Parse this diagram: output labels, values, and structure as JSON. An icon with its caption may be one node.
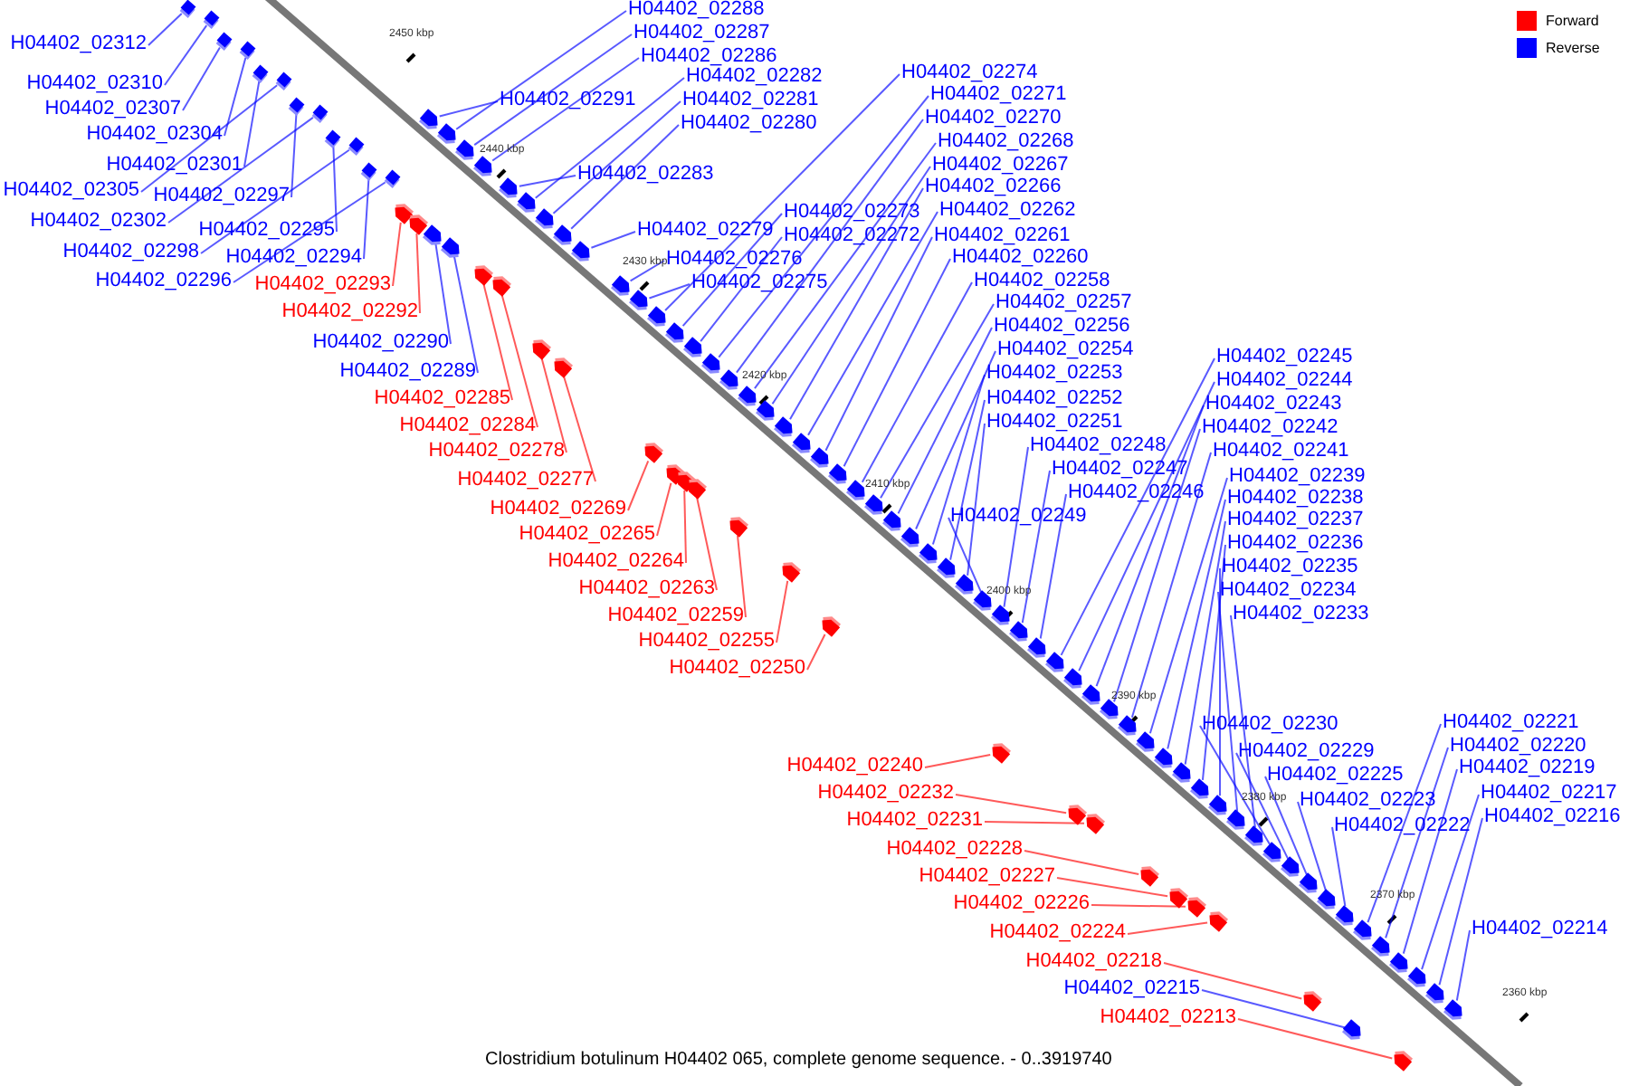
{
  "diagram": {
    "caption": "Clostridium botulinum H04402 065, complete genome sequence. - 0..3919740",
    "nodes": [
      {
        "text": [
          "H04402_02312"
        ]
      },
      {
        "text": [
          "H04402_02310"
        ]
      },
      {
        "text": [
          "H04402_02307"
        ]
      },
      {
        "text": [
          "H04402_02304"
        ]
      },
      {
        "text": [
          "H04402_02301"
        ]
      },
      {
        "text": [
          "H04402_02305"
        ]
      },
      {
        "text": [
          "H04402_02297"
        ]
      },
      {
        "text": [
          "H04402_02302"
        ]
      },
      {
        "text": [
          "H04402_02295"
        ]
      },
      {
        "text": [
          "H04402_02298"
        ]
      },
      {
        "text": [
          "H04402_02294"
        ]
      },
      {
        "text": [
          "H04402_02296"
        ]
      },
      {
        "text": [
          "H04402_02293"
        ]
      },
      {
        "text": [
          "H04402_02292"
        ]
      },
      {
        "text": [
          "H04402_02290"
        ]
      },
      {
        "text": [
          "H04402_02289"
        ]
      },
      {
        "text": [
          "H04402_02285"
        ]
      },
      {
        "text": [
          "H04402_02284"
        ]
      },
      {
        "text": [
          "H04402_02278"
        ]
      },
      {
        "text": [
          "H04402_02277"
        ]
      },
      {
        "text": [
          "H04402_02269"
        ]
      },
      {
        "text": [
          "H04402_02265"
        ]
      },
      {
        "text": [
          "H04402_02264"
        ]
      },
      {
        "text": [
          "H04402_02263"
        ]
      },
      {
        "text": [
          "H04402_02259"
        ]
      },
      {
        "text": [
          "H04402_02255"
        ]
      },
      {
        "text": [
          "H04402_02250"
        ]
      },
      {
        "text": [
          "H04402_02288"
        ]
      },
      {
        "text": [
          "H04402_02287"
        ]
      },
      {
        "text": [
          "H04402_02286"
        ]
      },
      {
        "text": [
          "H04402_02282"
        ]
      },
      {
        "text": [
          "H04402_02291"
        ]
      },
      {
        "text": [
          "H04402_02281"
        ]
      },
      {
        "text": [
          "H04402_02280"
        ]
      },
      {
        "text": [
          "H04402_02283"
        ]
      },
      {
        "text": [
          "H04402_02279"
        ]
      },
      {
        "text": [
          "H04402_02276"
        ]
      },
      {
        "text": [
          "H04402_02275"
        ]
      },
      {
        "text": [
          "H04402_02274"
        ]
      },
      {
        "text": [
          "H04402_02271"
        ]
      },
      {
        "text": [
          "H04402_02270"
        ]
      },
      {
        "text": [
          "H04402_02268"
        ]
      },
      {
        "text": [
          "H04402_02267"
        ]
      },
      {
        "text": [
          "H04402_02266"
        ]
      },
      {
        "text": [
          "H04402_02273"
        ]
      },
      {
        "text": [
          "H04402_02262"
        ]
      },
      {
        "text": [
          "H04402_02272"
        ]
      },
      {
        "text": [
          "H04402_02261"
        ]
      },
      {
        "text": [
          "H04402_02260"
        ]
      },
      {
        "text": [
          "H04402_02258"
        ]
      },
      {
        "text": [
          "H04402_02257"
        ]
      },
      {
        "text": [
          "H04402_02256"
        ]
      },
      {
        "text": [
          "H04402_02254"
        ]
      },
      {
        "text": [
          "H04402_02245"
        ]
      },
      {
        "text": [
          "H04402_02253"
        ]
      },
      {
        "text": [
          "H04402_02244"
        ]
      },
      {
        "text": [
          "H04402_02252"
        ]
      },
      {
        "text": [
          "H04402_02243"
        ]
      },
      {
        "text": [
          "H04402_02251"
        ]
      },
      {
        "text": [
          "H04402_02242"
        ]
      },
      {
        "text": [
          "H04402_02248"
        ]
      },
      {
        "text": [
          "H04402_02241"
        ]
      },
      {
        "text": [
          "H04402_02247"
        ]
      },
      {
        "text": [
          "H04402_02239"
        ]
      },
      {
        "text": [
          "H04402_02246"
        ]
      },
      {
        "text": [
          "H04402_02238"
        ]
      },
      {
        "text": [
          "H04402_02249"
        ]
      },
      {
        "text": [
          "H04402_02237"
        ]
      },
      {
        "text": [
          "H04402_02236"
        ]
      },
      {
        "text": [
          "H04402_02235"
        ]
      },
      {
        "text": [
          "H04402_02234"
        ]
      },
      {
        "text": [
          "H04402_02233"
        ]
      },
      {
        "text": [
          "H04402_02230"
        ]
      },
      {
        "text": [
          "H04402_02221"
        ]
      },
      {
        "text": [
          "H04402_02220"
        ]
      },
      {
        "text": [
          "H04402_02229"
        ]
      },
      {
        "text": [
          "H04402_02240"
        ]
      },
      {
        "text": [
          "H04402_02219"
        ]
      },
      {
        "text": [
          "H04402_02225"
        ]
      },
      {
        "text": [
          "H04402_02217"
        ]
      },
      {
        "text": [
          "H04402_02232"
        ]
      },
      {
        "text": [
          "H04402_02223"
        ]
      },
      {
        "text": [
          "H04402_02216"
        ]
      },
      {
        "text": [
          "H04402_02231"
        ]
      },
      {
        "text": [
          "H04402_02222"
        ]
      },
      {
        "text": [
          "H04402_02228"
        ]
      },
      {
        "text": [
          "H04402_02227"
        ]
      },
      {
        "text": [
          "H04402_02226"
        ]
      },
      {
        "text": [
          "H04402_02214"
        ]
      },
      {
        "text": [
          "H04402_02224"
        ]
      },
      {
        "text": [
          "H04402_02218"
        ]
      },
      {
        "text": [
          "H04402_02215"
        ]
      },
      {
        "text": [
          "H04402_02213"
        ]
      },
      {
        "text": [],
        "shape": "box"
      },
      {
        "text": [],
        "shape": "box"
      },
      {
        "text": [],
        "shape": "box"
      },
      {
        "text": [],
        "shape": "box"
      },
      {
        "text": [],
        "shape": "box"
      },
      {
        "text": [],
        "shape": "box"
      },
      {
        "text": [],
        "shape": "box"
      },
      {
        "text": [],
        "shape": "box"
      },
      {
        "text": [],
        "shape": "box"
      },
      {
        "text": [],
        "shape": "box"
      },
      {
        "text": [],
        "shape": "box"
      },
      {
        "text": [],
        "shape": "box"
      },
      {
        "text": [],
        "shape": "arrow"
      },
      {
        "text": [],
        "shape": "arrow"
      },
      {
        "text": [],
        "shape": "arrow"
      },
      {
        "text": [],
        "shape": "arrow"
      },
      {
        "text": [],
        "shape": "arrow"
      },
      {
        "text": [],
        "shape": "arrow"
      },
      {
        "text": [],
        "shape": "arrow"
      },
      {
        "text": [],
        "shape": "arrow"
      },
      {
        "text": [],
        "shape": "arrow"
      },
      {
        "text": [],
        "shape": "arrow"
      },
      {
        "text": [],
        "shape": "arrow"
      },
      {
        "text": [],
        "shape": "arrow"
      },
      {
        "text": [],
        "shape": "arrow"
      },
      {
        "text": [],
        "shape": "arrow"
      },
      {
        "text": [],
        "shape": "arrow"
      },
      {
        "text": [],
        "shape": "arrow"
      },
      {
        "text": [],
        "shape": "arrow"
      },
      {
        "text": [],
        "shape": "arrow"
      },
      {
        "text": [],
        "shape": "arrow"
      },
      {
        "text": [],
        "shape": "arrow"
      },
      {
        "text": [],
        "shape": "arrow"
      },
      {
        "text": [],
        "shape": "arrow"
      },
      {
        "text": [],
        "shape": "arrow"
      },
      {
        "text": [],
        "shape": "arrow"
      },
      {
        "text": [],
        "shape": "arrow"
      },
      {
        "text": [],
        "shape": "arrow"
      },
      {
        "text": [],
        "shape": "arrow"
      },
      {
        "text": [],
        "shape": "arrow"
      },
      {
        "text": [],
        "shape": "arrow"
      },
      {
        "text": [],
        "shape": "arrow"
      },
      {
        "text": [],
        "shape": "arrow"
      },
      {
        "text": [],
        "shape": "arrow"
      },
      {
        "text": [],
        "shape": "arrow"
      },
      {
        "text": [],
        "shape": "arrow"
      },
      {
        "text": [],
        "shape": "arrow"
      },
      {
        "text": [],
        "shape": "arrow"
      },
      {
        "text": [],
        "shape": "arrow"
      },
      {
        "text": [],
        "shape": "arrow"
      },
      {
        "text": [],
        "shape": "arrow"
      },
      {
        "text": [],
        "shape": "arrow"
      },
      {
        "text": [],
        "shape": "arrow"
      },
      {
        "text": [],
        "shape": "arrow"
      },
      {
        "text": [],
        "shape": "arrow"
      },
      {
        "text": [],
        "shape": "arrow"
      },
      {
        "text": [],
        "shape": "arrow"
      },
      {
        "text": [],
        "shape": "arrow"
      },
      {
        "text": [],
        "shape": "arrow"
      },
      {
        "text": [],
        "shape": "arrow"
      },
      {
        "text": [],
        "shape": "arrow"
      },
      {
        "text": [],
        "shape": "arrow"
      },
      {
        "text": [],
        "shape": "arrow"
      },
      {
        "text": [],
        "shape": "arrow"
      },
      {
        "text": [],
        "shape": "arrow"
      },
      {
        "text": [],
        "shape": "arrow"
      },
      {
        "text": [],
        "shape": "arrow"
      },
      {
        "text": [],
        "shape": "arrow"
      },
      {
        "text": [],
        "shape": "arrow"
      },
      {
        "text": [],
        "shape": "arrow"
      },
      {
        "text": [],
        "shape": "arrow"
      },
      {
        "text": [],
        "shape": "arrow"
      },
      {
        "text": [],
        "shape": "arrow"
      },
      {
        "text": [],
        "shape": "arrow"
      },
      {
        "text": [],
        "shape": "arrow"
      },
      {
        "text": [],
        "shape": "arrow"
      },
      {
        "text": [],
        "shape": "arrow"
      },
      {
        "text": [],
        "shape": "arrow"
      },
      {
        "text": [],
        "shape": "arrow"
      },
      {
        "text": [],
        "shape": "arrow"
      },
      {
        "text": [],
        "shape": "arrow"
      },
      {
        "text": [],
        "shape": "arrow"
      },
      {
        "text": [],
        "shape": "arrow"
      },
      {
        "text": [],
        "shape": "arrow"
      },
      {
        "text": [],
        "shape": "arrow"
      },
      {
        "text": [],
        "shape": "arrow"
      },
      {
        "text": [],
        "shape": "arrow"
      },
      {
        "text": [],
        "shape": "arrow"
      },
      {
        "text": [],
        "shape": "arrow"
      },
      {
        "text": [],
        "shape": "arrow"
      },
      {
        "text": [],
        "shape": "arrow"
      },
      {
        "text": [],
        "shape": "arrow"
      },
      {
        "text": [],
        "shape": "arrow"
      }
    ],
    "edges": [
      {
        "from": 0,
        "to": 93,
        "arrow": "none"
      },
      {
        "from": 1,
        "to": 94,
        "arrow": "none"
      },
      {
        "from": 2,
        "to": 95,
        "arrow": "none"
      },
      {
        "from": 3,
        "to": 96,
        "arrow": "none"
      },
      {
        "from": 4,
        "to": 97,
        "arrow": "none"
      },
      {
        "from": 5,
        "to": 98,
        "arrow": "none"
      },
      {
        "from": 6,
        "to": 99,
        "arrow": "none"
      },
      {
        "from": 7,
        "to": 100,
        "arrow": "none"
      },
      {
        "from": 8,
        "to": 101,
        "arrow": "none"
      },
      {
        "from": 9,
        "to": 102,
        "arrow": "none"
      },
      {
        "from": 10,
        "to": 103,
        "arrow": "none"
      },
      {
        "from": 11,
        "to": 104,
        "arrow": "none"
      },
      {
        "from": 12,
        "to": 105,
        "arrow": "none",
        "color": "#ff0000"
      },
      {
        "from": 13,
        "to": 106,
        "arrow": "none",
        "color": "#ff0000"
      },
      {
        "from": 14,
        "to": 107,
        "arrow": "none"
      },
      {
        "from": 15,
        "to": 108,
        "arrow": "none"
      },
      {
        "from": 16,
        "to": 109,
        "arrow": "none",
        "color": "#ff0000"
      },
      {
        "from": 17,
        "to": 110,
        "arrow": "none",
        "color": "#ff0000"
      },
      {
        "from": 18,
        "to": 111,
        "arrow": "none",
        "color": "#ff0000"
      },
      {
        "from": 19,
        "to": 112,
        "arrow": "none",
        "color": "#ff0000"
      },
      {
        "from": 20,
        "to": 113,
        "arrow": "none",
        "color": "#ff0000"
      },
      {
        "from": 21,
        "to": 114,
        "arrow": "none",
        "color": "#ff0000"
      },
      {
        "from": 22,
        "to": 115,
        "arrow": "none",
        "color": "#ff0000"
      },
      {
        "from": 23,
        "to": 116,
        "arrow": "none",
        "color": "#ff0000"
      },
      {
        "from": 24,
        "to": 117,
        "arrow": "none",
        "color": "#ff0000"
      },
      {
        "from": 25,
        "to": 118,
        "arrow": "none",
        "color": "#ff0000"
      },
      {
        "from": 26,
        "to": 119,
        "arrow": "none",
        "color": "#ff0000"
      },
      {
        "from": 27,
        "to": 120,
        "arrow": "none"
      },
      {
        "from": 28,
        "to": 121,
        "arrow": "none"
      },
      {
        "from": 29,
        "to": 122,
        "arrow": "none"
      },
      {
        "from": 30,
        "to": 123,
        "arrow": "none"
      },
      {
        "from": 31,
        "to": 124,
        "arrow": "none"
      },
      {
        "from": 32,
        "to": 125,
        "arrow": "none"
      },
      {
        "from": 33,
        "to": 126,
        "arrow": "none"
      },
      {
        "from": 34,
        "to": 127,
        "arrow": "none"
      },
      {
        "from": 35,
        "to": 128,
        "arrow": "none"
      },
      {
        "from": 36,
        "to": 129,
        "arrow": "none"
      },
      {
        "from": 37,
        "to": 130,
        "arrow": "none"
      },
      {
        "from": 38,
        "to": 131,
        "arrow": "none"
      },
      {
        "from": 39,
        "to": 132,
        "arrow": "none"
      },
      {
        "from": 40,
        "to": 133,
        "arrow": "none"
      },
      {
        "from": 41,
        "to": 134,
        "arrow": "none"
      },
      {
        "from": 42,
        "to": 135,
        "arrow": "none"
      },
      {
        "from": 43,
        "to": 136,
        "arrow": "none"
      },
      {
        "from": 44,
        "to": 137,
        "arrow": "none"
      },
      {
        "from": 45,
        "to": 138,
        "arrow": "none"
      },
      {
        "from": 46,
        "to": 139,
        "arrow": "none"
      },
      {
        "from": 47,
        "to": 140,
        "arrow": "none"
      },
      {
        "from": 48,
        "to": 141,
        "arrow": "none"
      },
      {
        "from": 49,
        "to": 142,
        "arrow": "none"
      },
      {
        "from": 50,
        "to": 143,
        "arrow": "none"
      },
      {
        "from": 51,
        "to": 144,
        "arrow": "none"
      },
      {
        "from": 52,
        "to": 145,
        "arrow": "none"
      },
      {
        "from": 53,
        "to": 146,
        "arrow": "none"
      },
      {
        "from": 54,
        "to": 147,
        "arrow": "none"
      },
      {
        "from": 55,
        "to": 148,
        "arrow": "none"
      },
      {
        "from": 56,
        "to": 149,
        "arrow": "none"
      },
      {
        "from": 57,
        "to": 150,
        "arrow": "none"
      },
      {
        "from": 58,
        "to": 151,
        "arrow": "none"
      },
      {
        "from": 59,
        "to": 152,
        "arrow": "none"
      },
      {
        "from": 60,
        "to": 153,
        "arrow": "none"
      },
      {
        "from": 61,
        "to": 154,
        "arrow": "none"
      },
      {
        "from": 62,
        "to": 155,
        "arrow": "none"
      },
      {
        "from": 63,
        "to": 156,
        "arrow": "none"
      },
      {
        "from": 64,
        "to": 157,
        "arrow": "none"
      },
      {
        "from": 65,
        "to": 158,
        "arrow": "none"
      },
      {
        "from": 66,
        "to": 159,
        "arrow": "none"
      },
      {
        "from": 67,
        "to": 160,
        "arrow": "none"
      },
      {
        "from": 68,
        "to": 161,
        "arrow": "none"
      },
      {
        "from": 69,
        "to": 162,
        "arrow": "none"
      },
      {
        "from": 70,
        "to": 163,
        "arrow": "none"
      },
      {
        "from": 71,
        "to": 164,
        "arrow": "none"
      },
      {
        "from": 72,
        "to": 165,
        "arrow": "none"
      },
      {
        "from": 73,
        "to": 166,
        "arrow": "none"
      },
      {
        "from": 74,
        "to": 167,
        "arrow": "none"
      },
      {
        "from": 75,
        "to": 168,
        "arrow": "none"
      },
      {
        "from": 76,
        "to": 169,
        "arrow": "none",
        "color": "#ff0000"
      },
      {
        "from": 77,
        "to": 170,
        "arrow": "none"
      },
      {
        "from": 78,
        "to": 171,
        "arrow": "none"
      },
      {
        "from": 79,
        "to": 172,
        "arrow": "none"
      },
      {
        "from": 80,
        "to": 173,
        "arrow": "none",
        "color": "#ff0000"
      },
      {
        "from": 81,
        "to": 174,
        "arrow": "none"
      },
      {
        "from": 82,
        "to": 175,
        "arrow": "none"
      },
      {
        "from": 83,
        "to": 176,
        "arrow": "none",
        "color": "#ff0000"
      },
      {
        "from": 84,
        "to": 177,
        "arrow": "none"
      },
      {
        "from": 85,
        "to": 178,
        "arrow": "none",
        "color": "#ff0000"
      },
      {
        "from": 86,
        "to": 179,
        "arrow": "none",
        "color": "#ff0000"
      },
      {
        "from": 87,
        "to": 180,
        "arrow": "none",
        "color": "#ff0000"
      },
      {
        "from": 88,
        "to": 181,
        "arrow": "none"
      },
      {
        "from": 89,
        "to": 182,
        "arrow": "none",
        "color": "#ff0000"
      },
      {
        "from": 90,
        "to": 183,
        "arrow": "none",
        "color": "#ff0000"
      },
      {
        "from": 91,
        "to": 184,
        "arrow": "none"
      },
      {
        "from": 92,
        "to": 185,
        "arrow": "none",
        "color": "#ff0000"
      }
    ],
    "labels": [
      "2450 kbp",
      "2440 kbp",
      "2430 kbp",
      "2420 kbp",
      "2410 kbp",
      "2400 kbp",
      "2390 kbp",
      "2380 kbp",
      "2370 kbp",
      "2360 kbp"
    ],
    "legend": [
      {
        "text": "Forward",
        "color": "#ff0000"
      },
      {
        "text": "Reverse",
        "color": "#0000ff"
      }
    ]
  }
}
